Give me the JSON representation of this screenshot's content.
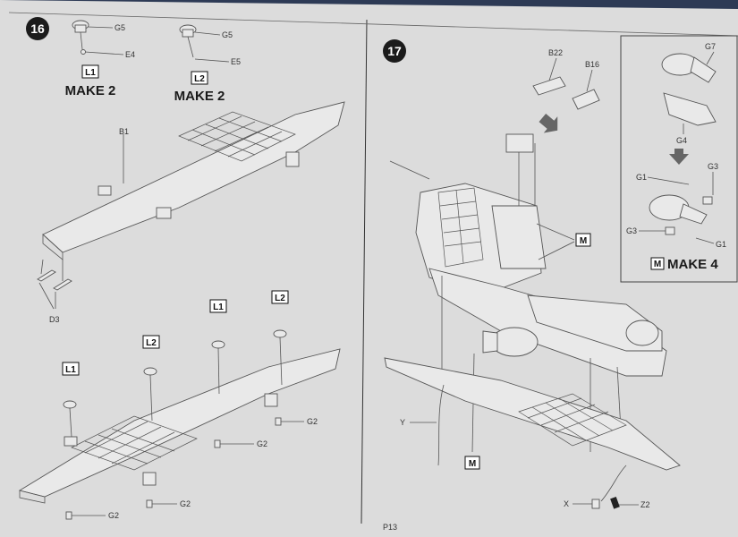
{
  "page": {
    "number": "P13"
  },
  "step16": {
    "number": "16",
    "subassembly_l1": {
      "box": "L1",
      "make": "MAKE 2",
      "parts": [
        "G5",
        "E4"
      ]
    },
    "subassembly_l2": {
      "box": "L2",
      "make": "MAKE 2",
      "parts": [
        "G5",
        "E5"
      ]
    },
    "upper_labels": {
      "b1": "B1",
      "d3": "D3"
    },
    "lower_labels": {
      "l1_a": "L1",
      "l2_a": "L2",
      "l1_b": "L1",
      "l2_b": "L2",
      "g2_a": "G2",
      "g2_b": "G2",
      "g2_c": "G2",
      "g2_d": "G2"
    }
  },
  "step17": {
    "number": "17",
    "top_parts": {
      "b22": "B22",
      "b16": "B16"
    },
    "m_label_a": "M",
    "m_label_b": "M",
    "bottom_labels": {
      "y": "Y",
      "x": "X",
      "z2": "Z2"
    },
    "inset": {
      "parts": {
        "g7": "G7",
        "g4": "G4",
        "g1_a": "G1",
        "g3_a": "G3",
        "g3_b": "G3",
        "g1_b": "G1"
      },
      "box": "M",
      "make": "MAKE 4"
    }
  }
}
